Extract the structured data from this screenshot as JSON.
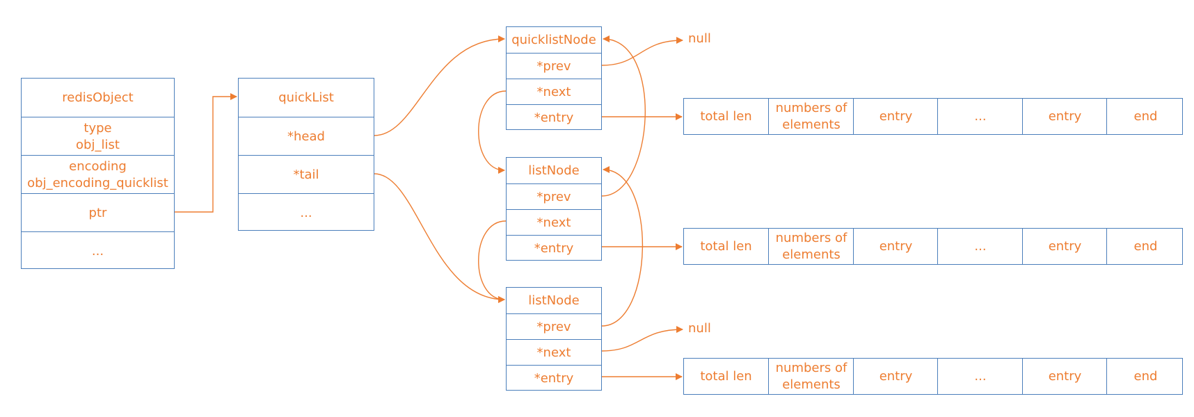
{
  "redis_object": {
    "title": "redisObject",
    "type_label": "type",
    "type_value": "obj_list",
    "encoding_label": "encoding",
    "encoding_value": "obj_encoding_quicklist",
    "ptr": "ptr",
    "more": "..."
  },
  "quick_list": {
    "title": "quickList",
    "head": "*head",
    "tail": "*tail",
    "more": "..."
  },
  "nodes": [
    {
      "title": "quicklistNode",
      "prev": "*prev",
      "next": "*next",
      "entry": "*entry"
    },
    {
      "title": "listNode",
      "prev": "*prev",
      "next": "*next",
      "entry": "*entry"
    },
    {
      "title": "listNode",
      "prev": "*prev",
      "next": "*next",
      "entry": "*entry"
    }
  ],
  "null_label": "null",
  "ziplists": [
    {
      "total_len": "total len",
      "num_line1": "numbers of",
      "num_line2": "elements",
      "entry1": "entry",
      "ellipsis": "...",
      "entry2": "entry",
      "end": "end"
    },
    {
      "total_len": "total len",
      "num_line1": "numbers of",
      "num_line2": "elements",
      "entry1": "entry",
      "ellipsis": "...",
      "entry2": "entry",
      "end": "end"
    },
    {
      "total_len": "total len",
      "num_line1": "numbers of",
      "num_line2": "elements",
      "entry1": "entry",
      "ellipsis": "...",
      "entry2": "entry",
      "end": "end"
    }
  ],
  "colors": {
    "border": "#4a7ebb",
    "text": "#ed7d31",
    "arrow": "#ed7d31"
  }
}
